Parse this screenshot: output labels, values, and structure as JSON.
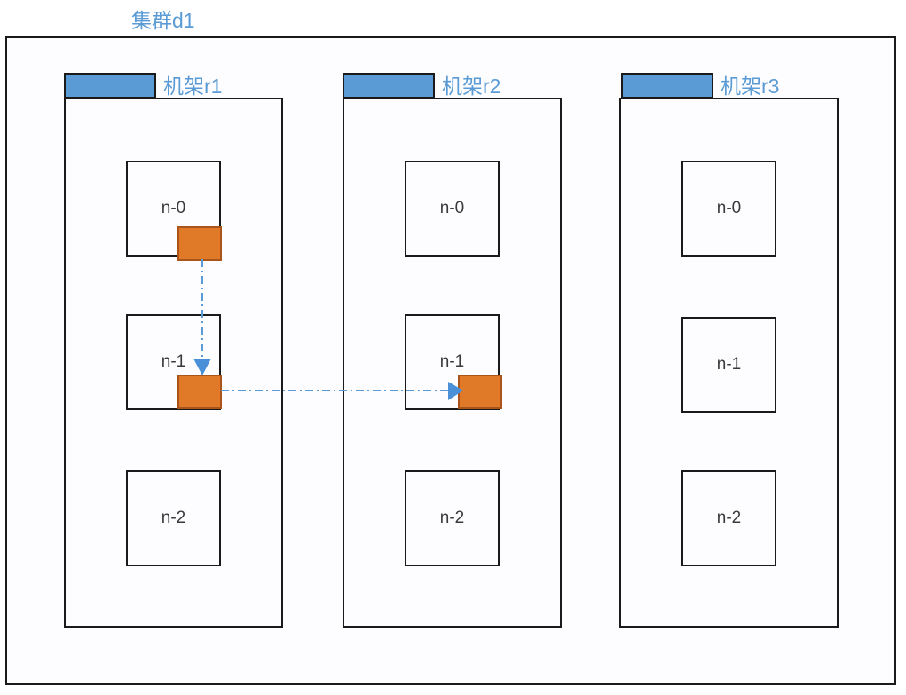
{
  "diagram": {
    "type": "cluster-rack-node-topology",
    "cluster": {
      "label": "集群d1",
      "title_color": "#5B9BD5"
    },
    "racks": [
      {
        "id": "r1",
        "label": "机架r1",
        "header_color": "#5B9BD5",
        "nodes": [
          {
            "id": "n-0",
            "label": "n-0",
            "has_replica": true
          },
          {
            "id": "n-1",
            "label": "n-1",
            "has_replica": true
          },
          {
            "id": "n-2",
            "label": "n-2",
            "has_replica": false
          }
        ]
      },
      {
        "id": "r2",
        "label": "机架r2",
        "header_color": "#5B9BD5",
        "nodes": [
          {
            "id": "n-0",
            "label": "n-0",
            "has_replica": false
          },
          {
            "id": "n-1",
            "label": "n-1",
            "has_replica": true
          },
          {
            "id": "n-2",
            "label": "n-2",
            "has_replica": false
          }
        ]
      },
      {
        "id": "r3",
        "label": "机架r3",
        "header_color": "#5B9BD5",
        "nodes": [
          {
            "id": "n-0",
            "label": "n-0",
            "has_replica": false
          },
          {
            "id": "n-1",
            "label": "n-1",
            "has_replica": false
          },
          {
            "id": "n-2",
            "label": "n-2",
            "has_replica": false
          }
        ]
      }
    ],
    "replica": {
      "fill_color": "#E17A28",
      "border_color": "#A9541B"
    },
    "connectors": {
      "line_color": "#5B9BD5",
      "style": "dash-dot",
      "flows": [
        {
          "from": "r1/n-0",
          "to": "r1/n-1",
          "direction": "vertical-down"
        },
        {
          "from": "r1/n-1",
          "to": "r2/n-1",
          "direction": "horizontal-right"
        }
      ]
    }
  }
}
